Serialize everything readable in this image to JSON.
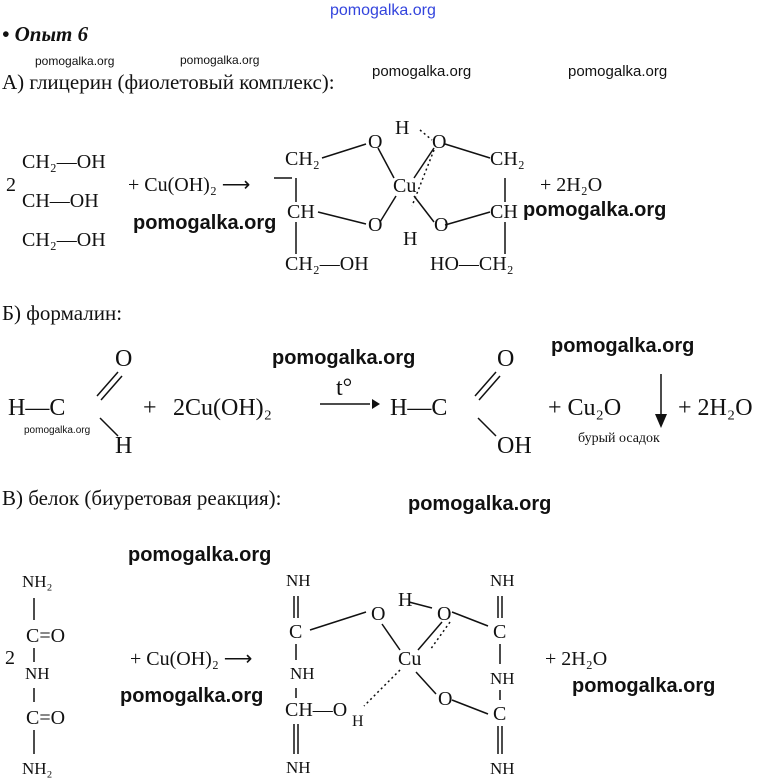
{
  "watermark_text": "pomogalka.org",
  "title": "• Опыт 6",
  "sections": {
    "a": {
      "heading": "А) глицерин (фиолетовый комплекс):",
      "coef": "2",
      "glycerol": [
        "CH₂—OH",
        "CH—OH",
        "CH₂—OH"
      ],
      "reagent": "+ Cu(OH)₂ ⟶",
      "complex": {
        "left": [
          "CH₂",
          "CH",
          "CH₂—OH"
        ],
        "right": [
          "CH₂",
          "CH",
          "HO—CH₂"
        ],
        "o": "O",
        "h": "H",
        "cu": "Cu"
      },
      "product": "+ 2H₂O"
    },
    "b": {
      "heading": "Б) формалин:",
      "hc": "H—C",
      "o": "O",
      "h": "H",
      "plus": "+",
      "reagent": "2Cu(OH)₂",
      "condition": "t°",
      "oh": "OH",
      "cu2o": "+ Cu₂O",
      "water": "+ 2H₂O",
      "precipitate": "бурый осадок"
    },
    "c": {
      "heading": "В) белок (биуретовая реакция):",
      "coef": "2",
      "biuret": [
        "NH₂",
        "C=O",
        "NH",
        "C=O",
        "NH₂"
      ],
      "reagent": "+ Cu(OH)₂ ⟶",
      "complex": {
        "left": [
          "NH",
          "C",
          "NH",
          "CH—O",
          "NH"
        ],
        "right": [
          "NH",
          "C",
          "NH",
          "C",
          "NH"
        ],
        "o": "O",
        "h": "H",
        "cu": "Cu"
      },
      "product": "+ 2H₂O"
    }
  }
}
